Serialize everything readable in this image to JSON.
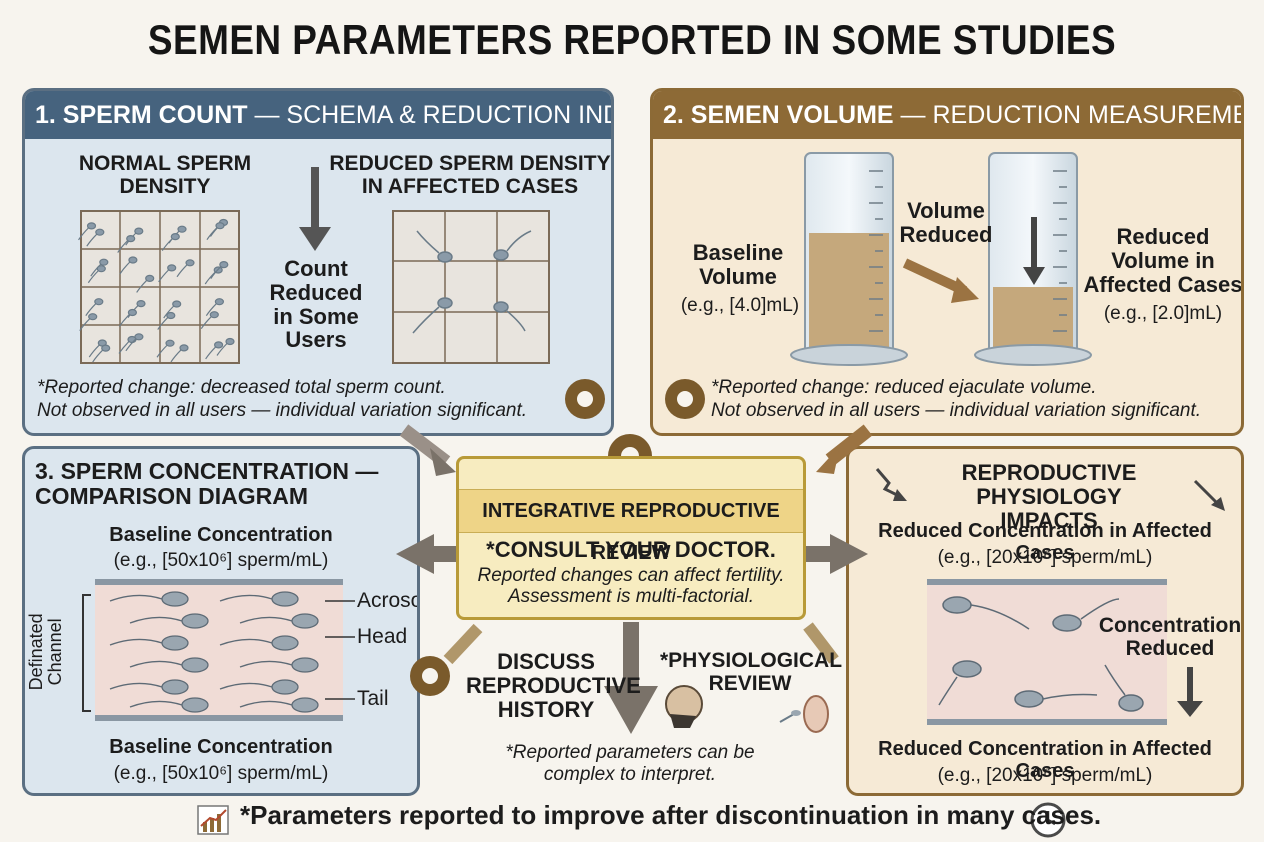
{
  "title": "SEMEN PARAMETERS REPORTED IN SOME STUDIES",
  "panel1": {
    "header_bold": "1. SPERM COUNT",
    "header_rest": " — SCHEMA & REDUCTION INDICATED",
    "normal_label": "NORMAL SPERM\nDENSITY",
    "reduced_label": "REDUCED SPERM DENSITY\nIN AFFECTED CASES",
    "count_label": "Count\nReduced\nin Some\nUsers",
    "note": "*Reported change: decreased total sperm count.\nNot observed in all users — individual variation significant."
  },
  "panel2": {
    "header_bold": "2. SEMEN VOLUME",
    "header_rest": " — REDUCTION MEASUREMENT",
    "baseline_label": "Baseline\nVolume",
    "baseline_value": "(e.g., [4.0]mL)",
    "volume_reduced": "Volume\nReduced",
    "reduced_label": "Reduced\nVolume in\nAffected Cases",
    "reduced_value": "(e.g., [2.0]mL)",
    "note": "*Reported change: reduced ejaculate volume.\nNot observed in all users — individual variation significant."
  },
  "panel3": {
    "header": "3. SPERM CONCENTRATION —\nCOMPARISON DIAGRAM",
    "top_label": "Baseline Concentration",
    "top_value": "(e.g., [50x10⁶] sperm/mL)",
    "channel_label": "Definated\nChannel",
    "acrosome": "Acrosome",
    "head": "Head",
    "tail": "Tail",
    "bottom_label": "Baseline Concentration",
    "bottom_value": "(e.g., [50x10⁶] sperm/mL)"
  },
  "panel4": {
    "header": "REPRODUCTIVE PHYSIOLOGY\nIMPACTS",
    "top_label": "Reduced Concentration in Affected Cases",
    "top_value": "(e.g., [20x10⁶] sperm/mL)",
    "conc_reduced": "Concentration\nReduced",
    "bottom_label": "Reduced Concentration in Affected Cases",
    "bottom_value": "(e.g., [20x10⁶] sperm/mL)"
  },
  "center": {
    "header": "INTEGRATIVE REPRODUCTIVE REVIEW",
    "main": "*CONSULT YOUR DOCTOR.",
    "sub": "Reported changes can affect fertility.\nAssessment is multi-factorial.",
    "discuss": "DISCUSS\nREPRODUCTIVE\nHISTORY",
    "physio": "*PHYSIOLOGICAL\nREVIEW",
    "note": "*Reported parameters can be\ncomplex to interpret."
  },
  "footer": "*Parameters reported to improve after discontinuation in many cases.",
  "colors": {
    "blue_header": "#46637e",
    "brown_header": "#8d6a36",
    "gold_box": "#f7ecc0"
  }
}
